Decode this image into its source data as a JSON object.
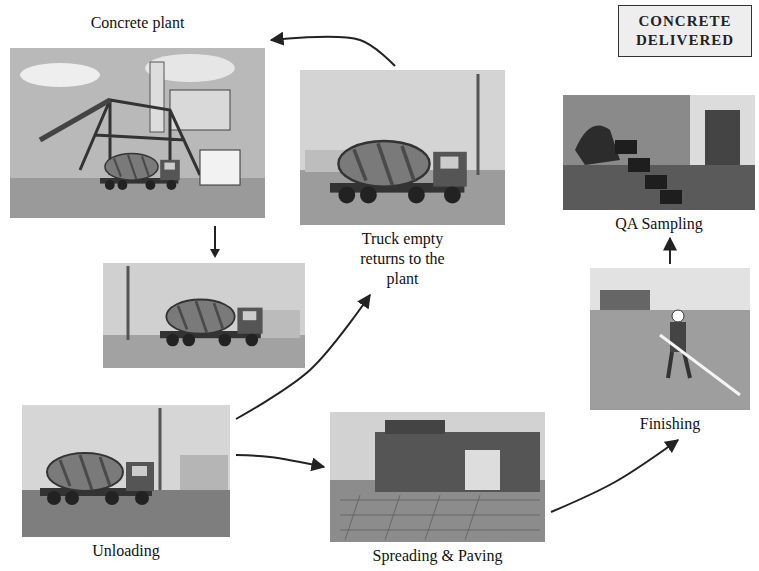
{
  "diagram": {
    "nodes": [
      {
        "text": [
          "Concrete plant"
        ]
      },
      {
        "text": [
          "Truck empty returns to the plant"
        ]
      },
      {
        "text": [
          "CONCRETE DELIVERED"
        ]
      },
      {
        "text": [
          "QA Sampling"
        ]
      },
      {
        "text": [
          "Finishing"
        ]
      },
      {
        "text": [
          "Unloading"
        ]
      },
      {
        "text": [
          "Spreading & Paving"
        ]
      }
    ],
    "edges": [
      {
        "from": 5,
        "to": 1,
        "arrow": "to"
      },
      {
        "from": 1,
        "to": 0,
        "arrow": "to"
      },
      {
        "from": 5,
        "to": 6,
        "arrow": "to"
      },
      {
        "from": 6,
        "to": 4,
        "arrow": "to"
      },
      {
        "from": 4,
        "to": 3,
        "arrow": "to"
      }
    ]
  }
}
